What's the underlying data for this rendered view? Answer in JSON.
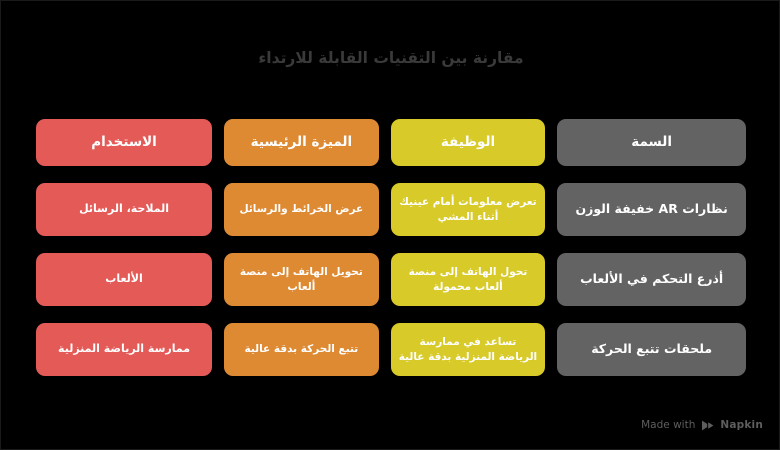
{
  "slide": {
    "title": "مقارنة بين التقنيات القابلة للارتداء",
    "background_color": "#000000",
    "title_color": "#3a3a3a"
  },
  "colors": {
    "gray": "#636363",
    "yellow": "#d8ca28",
    "orange": "#dd8a33",
    "red": "#e35a57",
    "text": "#ffffff",
    "watermark": "#5e5e5e"
  },
  "table": {
    "direction": "rtl",
    "headers": [
      {
        "label": "السمة",
        "color": "#636363"
      },
      {
        "label": "الوظيفة",
        "color": "#d8ca28"
      },
      {
        "label": "الميزة الرئيسية",
        "color": "#dd8a33"
      },
      {
        "label": "الاستخدام",
        "color": "#e35a57"
      }
    ],
    "rows": [
      {
        "feature": "نظارات AR خفيفة الوزن",
        "function": "تعرض معلومات أمام عينيك أثناء المشي",
        "key_benefit": "عرض الخرائط والرسائل",
        "use_case": "الملاحة، الرسائل"
      },
      {
        "feature": "أذرع التحكم في الألعاب",
        "function": "تحول الهاتف إلى منصة ألعاب محمولة",
        "key_benefit": "تحويل الهاتف إلى منصة ألعاب",
        "use_case": "الألعاب"
      },
      {
        "feature": "ملحقات تتبع الحركة",
        "function": "تساعد في ممارسة الرياضة المنزلية بدقة عالية",
        "key_benefit": "تتبع الحركة بدقة عالية",
        "use_case": "ممارسة الرياضة المنزلية"
      }
    ]
  },
  "watermark": {
    "prefix": "Made with",
    "brand": "Napkin",
    "logo_icon": "napkin-play-logo-icon"
  }
}
